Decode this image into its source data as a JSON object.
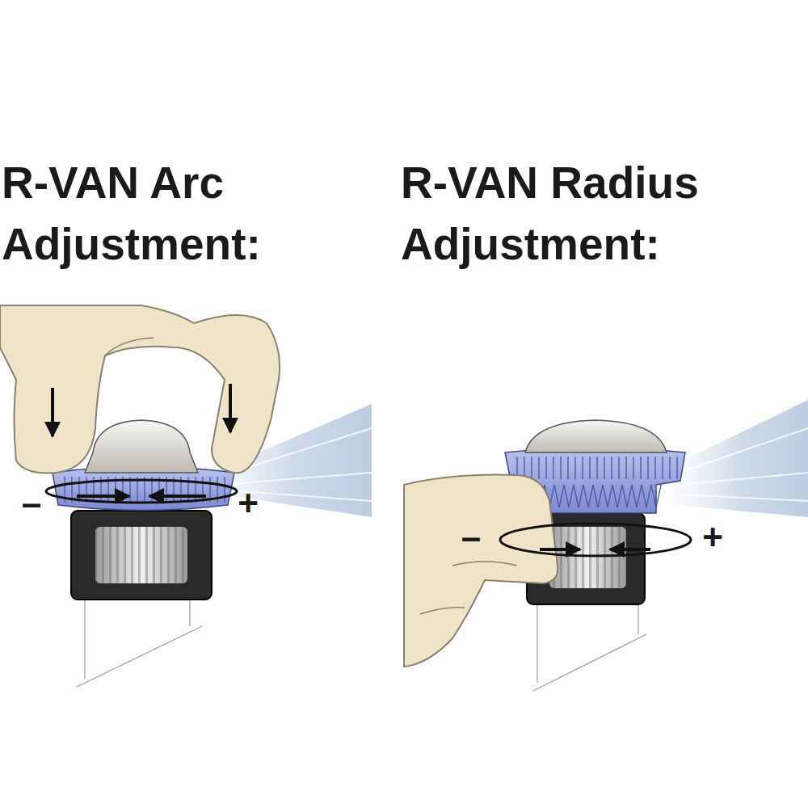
{
  "diagram": {
    "labels": [
      "R-VAN Arc Adjustment:",
      "R-VAN Radius Adjustment:",
      "–",
      "+",
      "–",
      "+"
    ]
  }
}
